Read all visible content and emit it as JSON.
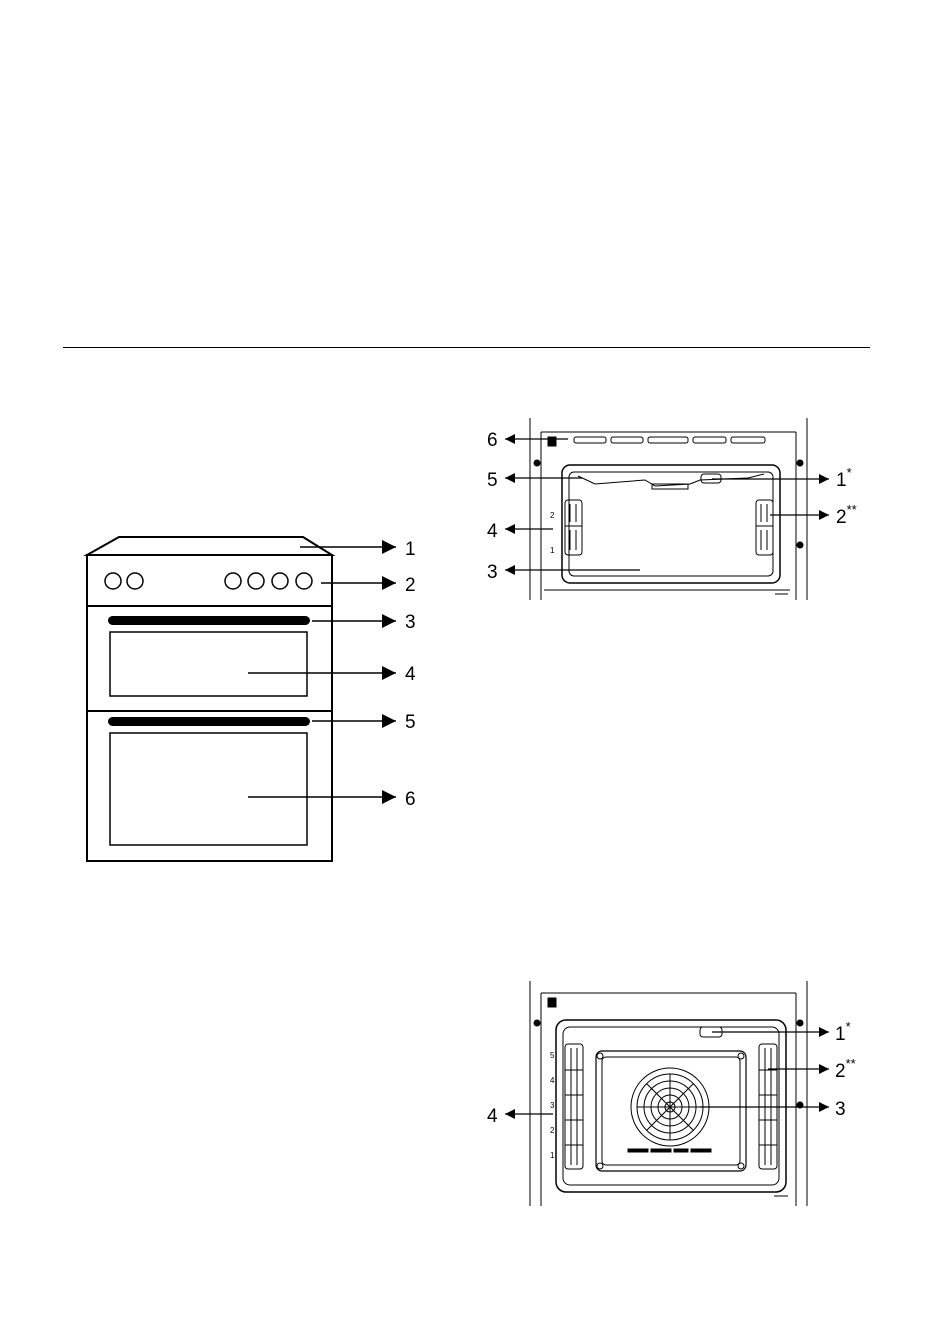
{
  "cooker": {
    "labels": [
      "1",
      "2",
      "3",
      "4",
      "5",
      "6"
    ]
  },
  "top_oven": {
    "labels": [
      "6",
      "5",
      "4",
      "3",
      "1",
      "2"
    ],
    "superscripts": {
      "1": "*",
      "2": "**"
    },
    "shelf_numbers": [
      "2",
      "1"
    ]
  },
  "main_oven": {
    "labels": [
      "4",
      "1",
      "2",
      "3"
    ],
    "superscripts": {
      "1": "*",
      "2": "**"
    },
    "shelf_numbers": [
      "5",
      "4",
      "3",
      "2",
      "1"
    ]
  }
}
